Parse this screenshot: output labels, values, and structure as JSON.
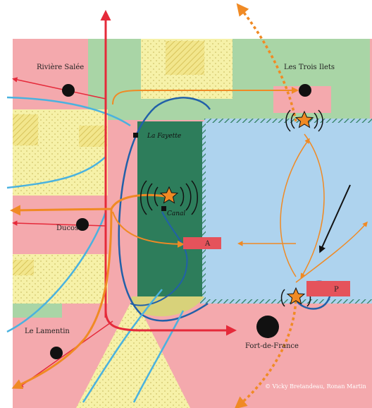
{
  "places": {
    "riviere_salee": "Rivière Salée",
    "trois_ilets": "Les Trois Ilets",
    "ducos": "Ducos",
    "lamentin": "Le Lamentin",
    "fort_de_france": "Fort-de-France",
    "la_fayette": "La Fayette",
    "canal": "Canal"
  },
  "markers": {
    "a_label": "A",
    "p_label": "P"
  },
  "credit": "© Vicky Bretandeau, Ronan Martin",
  "colors": {
    "pink": "#f4a9ad",
    "green": "#a9d5a6",
    "sea": "#aed3ee",
    "dark_green": "#2d7d5b",
    "yellow": "#f4f0a4",
    "red": "#e52a3a",
    "orange": "#f08a24",
    "blue": "#2160a8",
    "cyan": "#4ab2df",
    "marker_red": "#e5535b"
  }
}
